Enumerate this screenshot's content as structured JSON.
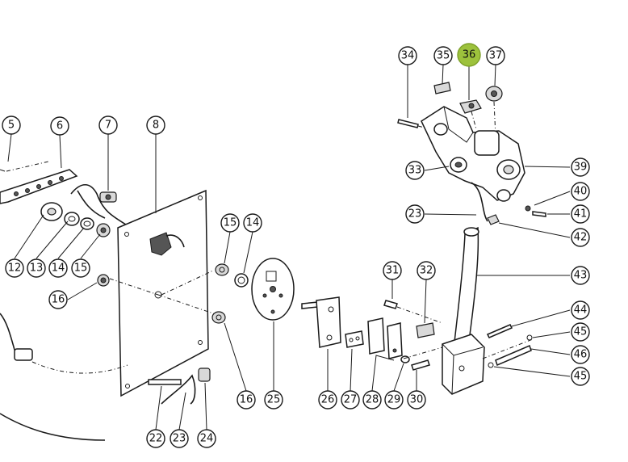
{
  "highlight_color": "#9dc23c",
  "callouts": [
    {
      "id": "c5",
      "label": "5",
      "hl": false
    },
    {
      "id": "c6",
      "label": "6",
      "hl": false
    },
    {
      "id": "c7",
      "label": "7",
      "hl": false
    },
    {
      "id": "c8",
      "label": "8",
      "hl": false
    },
    {
      "id": "c12",
      "label": "12",
      "hl": false
    },
    {
      "id": "c13",
      "label": "13",
      "hl": false
    },
    {
      "id": "c14a",
      "label": "14",
      "hl": false
    },
    {
      "id": "c15a",
      "label": "15",
      "hl": false
    },
    {
      "id": "c16a",
      "label": "16",
      "hl": false
    },
    {
      "id": "c15b",
      "label": "15",
      "hl": false
    },
    {
      "id": "c14b",
      "label": "14",
      "hl": false
    },
    {
      "id": "c16b",
      "label": "16",
      "hl": false
    },
    {
      "id": "c25",
      "label": "25",
      "hl": false
    },
    {
      "id": "c26",
      "label": "26",
      "hl": false
    },
    {
      "id": "c27",
      "label": "27",
      "hl": false
    },
    {
      "id": "c28",
      "label": "28",
      "hl": false
    },
    {
      "id": "c29",
      "label": "29",
      "hl": false
    },
    {
      "id": "c30",
      "label": "30",
      "hl": false
    },
    {
      "id": "c22",
      "label": "22",
      "hl": false
    },
    {
      "id": "c23a",
      "label": "23",
      "hl": false
    },
    {
      "id": "c24",
      "label": "24",
      "hl": false
    },
    {
      "id": "c31",
      "label": "31",
      "hl": false
    },
    {
      "id": "c32",
      "label": "32",
      "hl": false
    },
    {
      "id": "c34",
      "label": "34",
      "hl": false
    },
    {
      "id": "c35",
      "label": "35",
      "hl": false
    },
    {
      "id": "c36",
      "label": "36",
      "hl": true
    },
    {
      "id": "c37",
      "label": "37",
      "hl": false
    },
    {
      "id": "c33",
      "label": "33",
      "hl": false
    },
    {
      "id": "c23b",
      "label": "23",
      "hl": false
    },
    {
      "id": "c39",
      "label": "39",
      "hl": false
    },
    {
      "id": "c40",
      "label": "40",
      "hl": false
    },
    {
      "id": "c41",
      "label": "41",
      "hl": false
    },
    {
      "id": "c42",
      "label": "42",
      "hl": false
    },
    {
      "id": "c43",
      "label": "43",
      "hl": false
    },
    {
      "id": "c44",
      "label": "44",
      "hl": false
    },
    {
      "id": "c45a",
      "label": "45",
      "hl": false
    },
    {
      "id": "c46",
      "label": "46",
      "hl": false
    },
    {
      "id": "c45b",
      "label": "45",
      "hl": false
    }
  ]
}
